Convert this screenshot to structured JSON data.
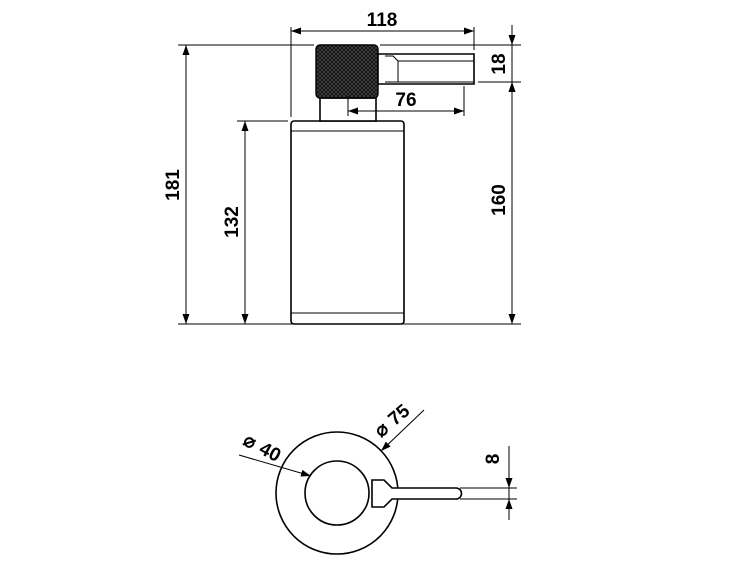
{
  "drawing": {
    "side_view": {
      "overall_width": "118",
      "spout_height": "18",
      "spout_reach": "76",
      "total_height": "181",
      "body_height": "132",
      "height_to_spout": "160"
    },
    "top_view": {
      "outer_diameter": "75",
      "inner_diameter": "40",
      "spout_width": "8",
      "diameter_symbol": "⌀"
    }
  }
}
